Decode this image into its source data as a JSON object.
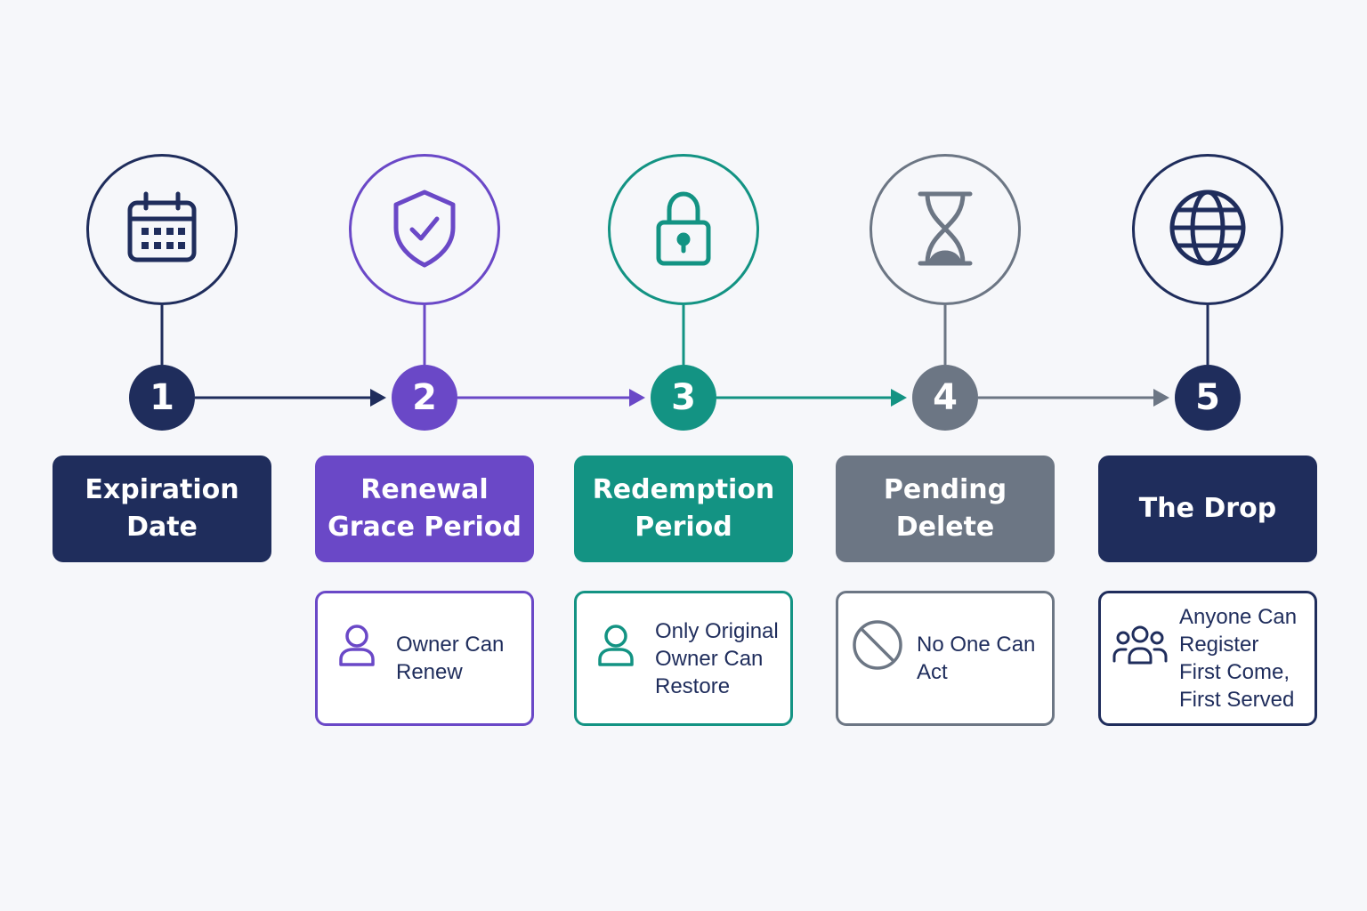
{
  "stages": [
    {
      "number": "1",
      "title": "Expiration\nDate",
      "icon": "calendar-icon",
      "color": "#1f2d5c",
      "card": null
    },
    {
      "number": "2",
      "title": "Renewal\nGrace Period",
      "icon": "shield-check-icon",
      "color": "#6a48c7",
      "card": {
        "icon": "person-icon",
        "text": "Owner Can\nRenew"
      }
    },
    {
      "number": "3",
      "title": "Redemption\nPeriod",
      "icon": "padlock-icon",
      "color": "#139383",
      "card": {
        "icon": "person-icon",
        "text": "Only Original\nOwner Can\nRestore"
      }
    },
    {
      "number": "4",
      "title": "Pending\nDelete",
      "icon": "hourglass-icon",
      "color": "#6c7684",
      "card": {
        "icon": "prohibited-icon",
        "text": "No One Can\nAct"
      }
    },
    {
      "number": "5",
      "title": "The Drop",
      "icon": "globe-icon",
      "color": "#1f2d5c",
      "card": {
        "icon": "group-icon",
        "text": "Anyone Can\nRegister\nFirst Come,\nFirst Served"
      }
    }
  ]
}
